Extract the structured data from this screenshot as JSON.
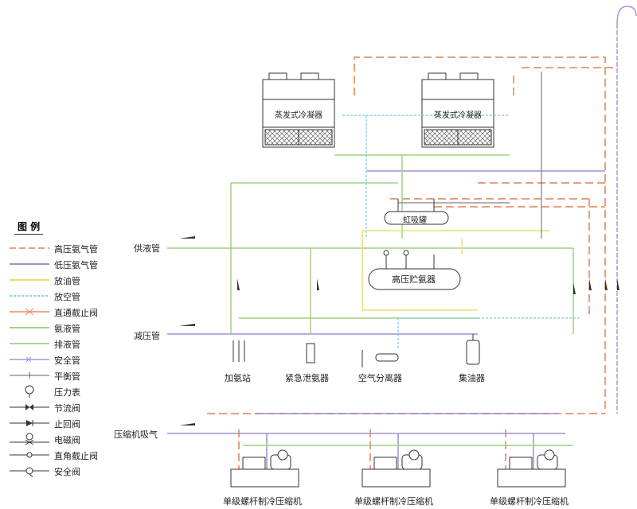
{
  "colors": {
    "high_pressure_gas": "#e8a07a",
    "low_pressure_gas": "#a090d0",
    "oil_drain": "#e8e070",
    "vent": "#90d0e0",
    "straight_valve": "#e88860",
    "ammonia_liquid": "#a0d080",
    "drain_liquid": "#a8d890",
    "safety": "#b090e0",
    "balance": "#666666"
  },
  "labels": {
    "condenser_1": "蒸发式冷凝器",
    "condenser_2": "蒸发式冷凝器",
    "siphon_tank": "虹吸罐",
    "high_pressure_receiver": "高压贮氨器",
    "supply_pipe": "供液管",
    "reduce_pipe": "减压管",
    "compressor_suction": "压缩机吸气",
    "ammonia_station": "加氨站",
    "emergency_drain": "紧急泄氨器",
    "air_separator": "空气分离器",
    "oil_collector": "集油器",
    "compressor_1": "单级螺杆制冷压缩机",
    "compressor_2": "单级螺杆制冷压缩机",
    "compressor_3": "单级螺杆制冷压缩机"
  },
  "legend": {
    "title": "图 例",
    "items": [
      {
        "label": "高压氨气管",
        "icon": "dash-line-orange"
      },
      {
        "label": "低压氨气管",
        "icon": "line-purple"
      },
      {
        "label": "放油管",
        "icon": "line-yellow"
      },
      {
        "label": "放空管",
        "icon": "dotted-line-cyan"
      },
      {
        "label": "直通截止阀",
        "icon": "straight-valve"
      },
      {
        "label": "氨液管",
        "icon": "line-green"
      },
      {
        "label": "排液管",
        "icon": "line-lightgreen"
      },
      {
        "label": "安全管",
        "icon": "cross-line-purple"
      },
      {
        "label": "平衡管",
        "icon": "balance-line"
      },
      {
        "label": "压力表",
        "icon": "pressure-gauge"
      },
      {
        "label": "节流阀",
        "icon": "throttle-valve"
      },
      {
        "label": "止回阀",
        "icon": "check-valve"
      },
      {
        "label": "电磁阀",
        "icon": "solenoid-valve"
      },
      {
        "label": "直角截止阀",
        "icon": "angle-valve"
      },
      {
        "label": "安全阀",
        "icon": "safety-valve"
      }
    ]
  }
}
